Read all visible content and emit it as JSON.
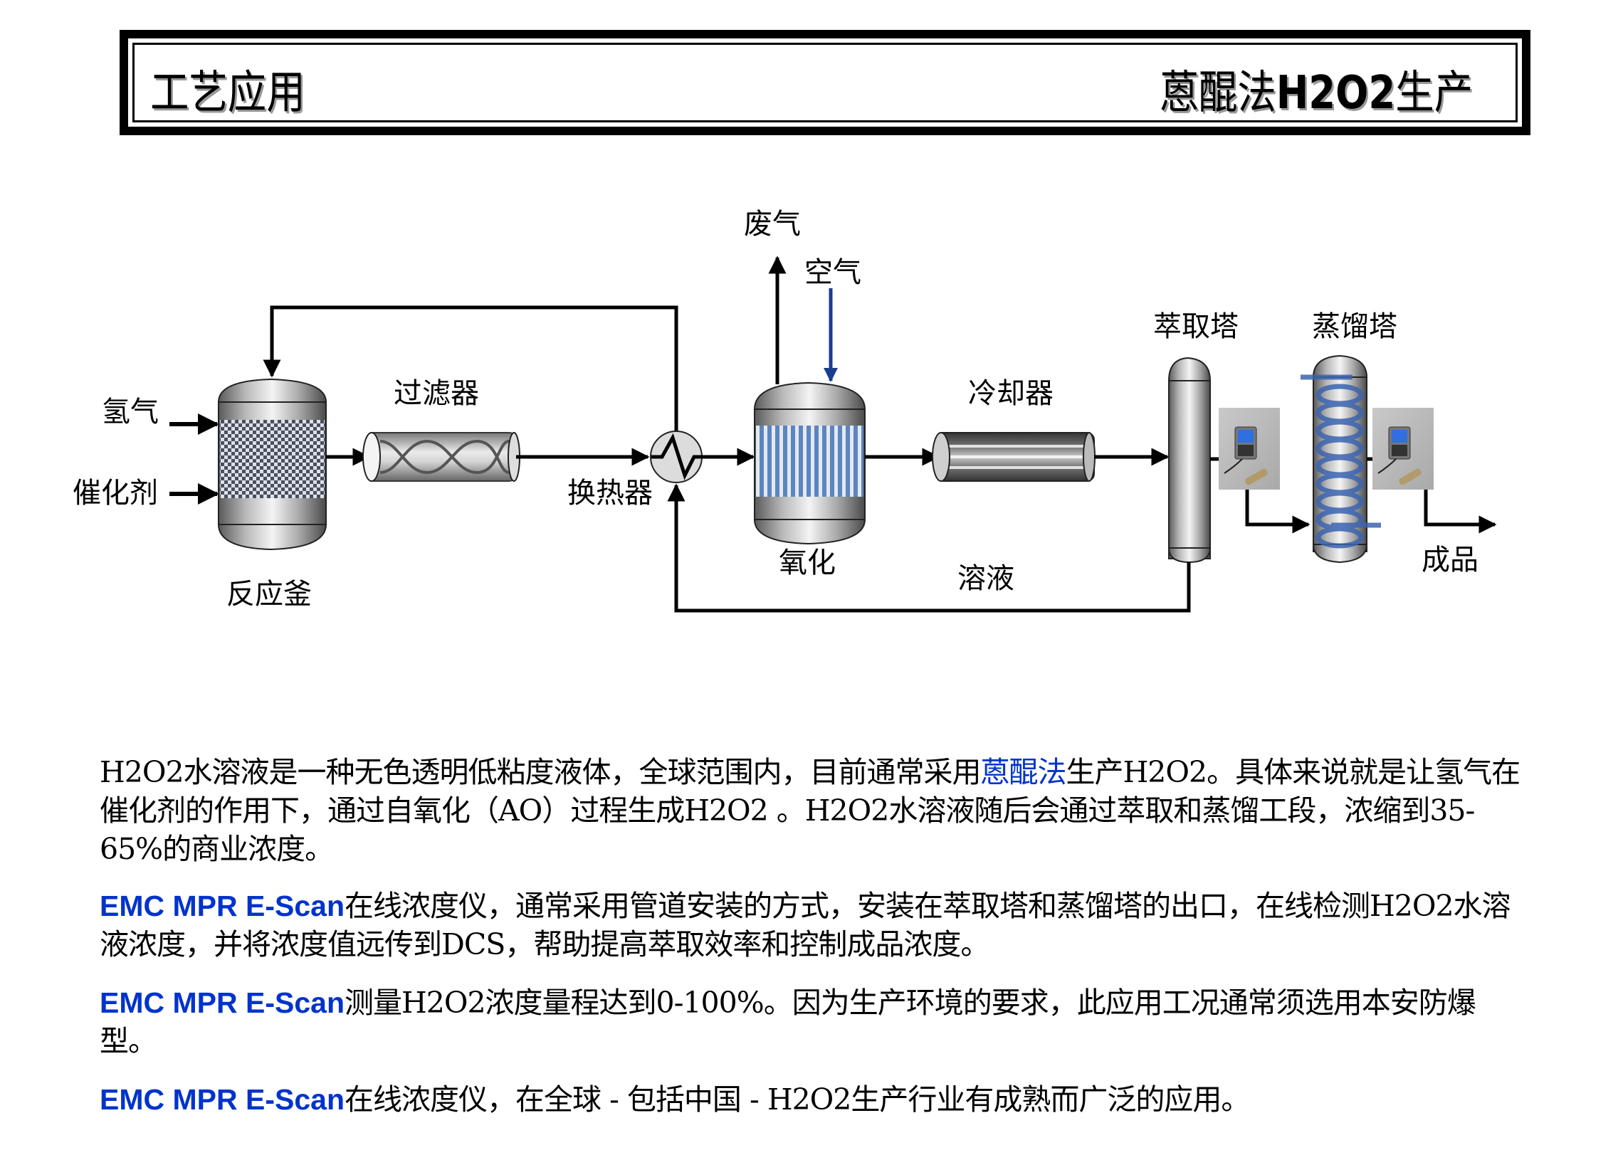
{
  "header": {
    "left_title": "工艺应用",
    "right_title_prefix": "蒽醌法",
    "right_title_bold": "H2O2",
    "right_title_suffix": "生产"
  },
  "diagram": {
    "labels": {
      "hydrogen": "氢气",
      "catalyst": "催化剂",
      "reactor": "反应釜",
      "filter": "过滤器",
      "heat_exchanger": "换热器",
      "exhaust": "废气",
      "air": "空气",
      "oxidation": "氧化",
      "cooler": "冷却器",
      "solution": "溶液",
      "extraction_tower": "萃取塔",
      "distillation_tower": "蒸馏塔",
      "product": "成品"
    },
    "colors": {
      "air_arrow": "#1a3d8f",
      "coil": "#3b64b0",
      "oxidizer_stripes": "#5b86c0",
      "line": "#000000"
    }
  },
  "paragraphs": {
    "p1": {
      "line_before_highlight": "H2O2水溶液是一种无色透明低粘度液体，全球范围内，目前通常采用",
      "highlight": "蒽醌法",
      "after_highlight": "生产H2O2。具体来说就是让氢气在催化剂的作用下，通过自氧化（AO）过程生成H2O2 。H2O2水溶液随后会通过萃取和蒸馏工段，浓缩到35-65%的商业浓度。"
    },
    "p2": {
      "brand": "EMC MPR E-Scan",
      "text": "在线浓度仪，通常采用管道安装的方式，安装在萃取塔和蒸馏塔的出口，在线检测H2O2水溶液浓度，并将浓度值远传到DCS，帮助提高萃取效率和控制成品浓度。"
    },
    "p3": {
      "brand": "EMC MPR E-Scan",
      "text": "测量H2O2浓度量程达到0-100%。因为生产环境的要求，此应用工况通常须选用本安防爆型。"
    },
    "p4": {
      "brand": "EMC MPR E-Scan",
      "text": "在线浓度仪，在全球 - 包括中国 - H2O2生产行业有成熟而广泛的应用。"
    }
  },
  "colors": {
    "brand_blue": "#0033cc"
  }
}
